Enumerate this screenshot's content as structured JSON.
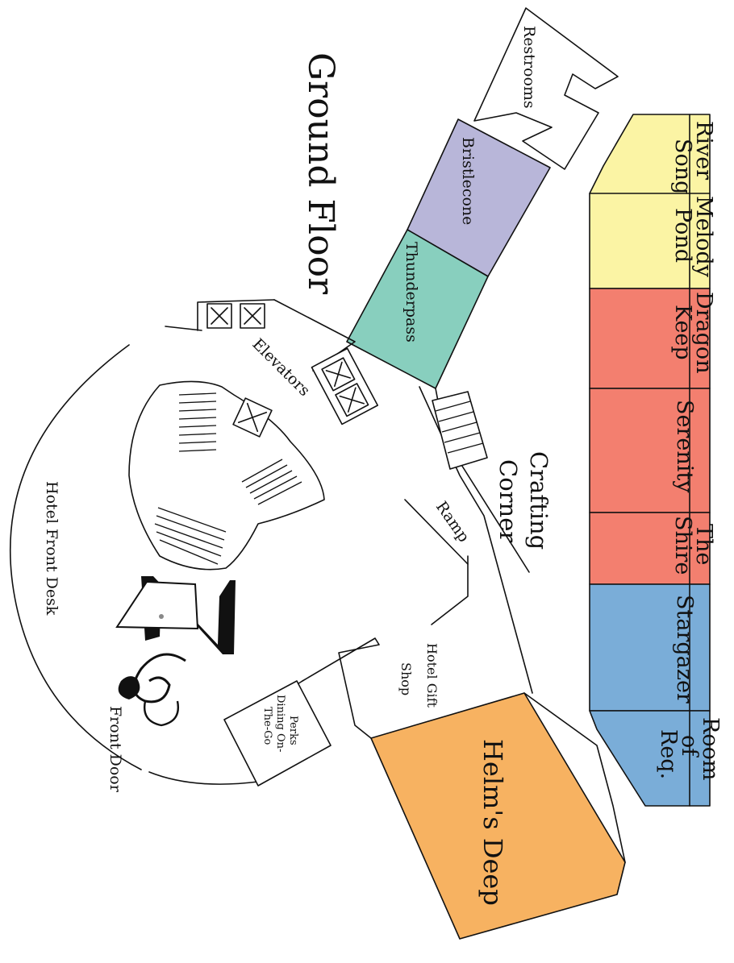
{
  "map": {
    "title": "Ground Floor",
    "colors": {
      "yellow": "#fbf4a4",
      "red": "#f37f6f",
      "blue": "#7aadd8",
      "purple": "#b8b6d9",
      "teal": "#88cfbe",
      "orange": "#f7b261"
    },
    "rooms": {
      "river_song": {
        "line1": "River",
        "line2": "Song"
      },
      "melody_pond": {
        "line1": "Melody",
        "line2": "Pond"
      },
      "dragon_keep": {
        "line1": "Dragon",
        "line2": "Keep"
      },
      "serenity": {
        "line1": "Serenity"
      },
      "the_shire": {
        "line1": "The",
        "line2": "Shire"
      },
      "stargazer": {
        "line1": "Stargazer"
      },
      "room_of_req": {
        "line1": "Room",
        "line2": "of",
        "line3": "Req."
      },
      "restrooms": {
        "line1": "Restrooms"
      },
      "bristlecone": {
        "line1": "Bristlecone"
      },
      "thunderpass": {
        "line1": "Thunderpass"
      },
      "helms_deep": {
        "line1": "Helm's Deep"
      }
    },
    "areas": {
      "elevators": "Elevators",
      "crafting_corner": {
        "line1": "Crafting",
        "line2": "Corner"
      },
      "ramp": "Ramp",
      "hotel_gift_shop": {
        "line1": "Hotel Gift",
        "line2": "Shop"
      },
      "perks": {
        "line1": "Perks",
        "line2": "Dining On-",
        "line3": "The-Go"
      },
      "hotel_front_desk": "Hotel Front Desk",
      "front_door": "Front Door"
    },
    "icons": [
      "elevator-icon",
      "stairs-icon",
      "hotel-logo-icon",
      "door-icon"
    ]
  }
}
